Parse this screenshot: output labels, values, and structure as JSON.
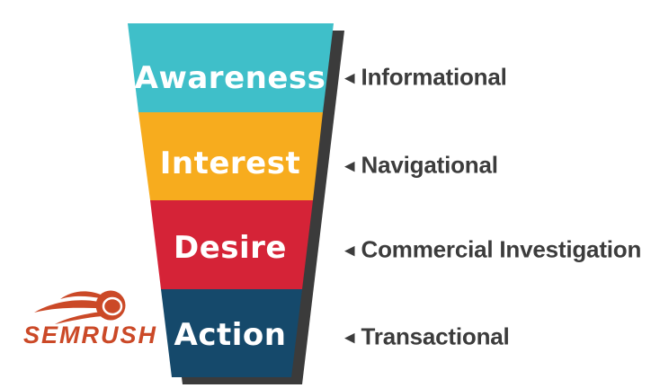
{
  "funnel": {
    "text_color": "#FFFFFF",
    "shadow_color": "#3B3B3B",
    "stages": [
      {
        "label": "Awareness",
        "intent": "Informational",
        "color": "#3FBFC9"
      },
      {
        "label": "Interest",
        "intent": "Navigational",
        "color": "#F7AC1E"
      },
      {
        "label": "Desire",
        "intent": "Commercial Investigation",
        "color": "#D52337"
      },
      {
        "label": "Action",
        "intent": "Transactional",
        "color": "#15496B"
      }
    ]
  },
  "intent_labels": {
    "arrow_icon": "◀",
    "text_color": "#3C3C3C"
  },
  "logo": {
    "text": "SEMRUSH",
    "color": "#CB4927"
  }
}
